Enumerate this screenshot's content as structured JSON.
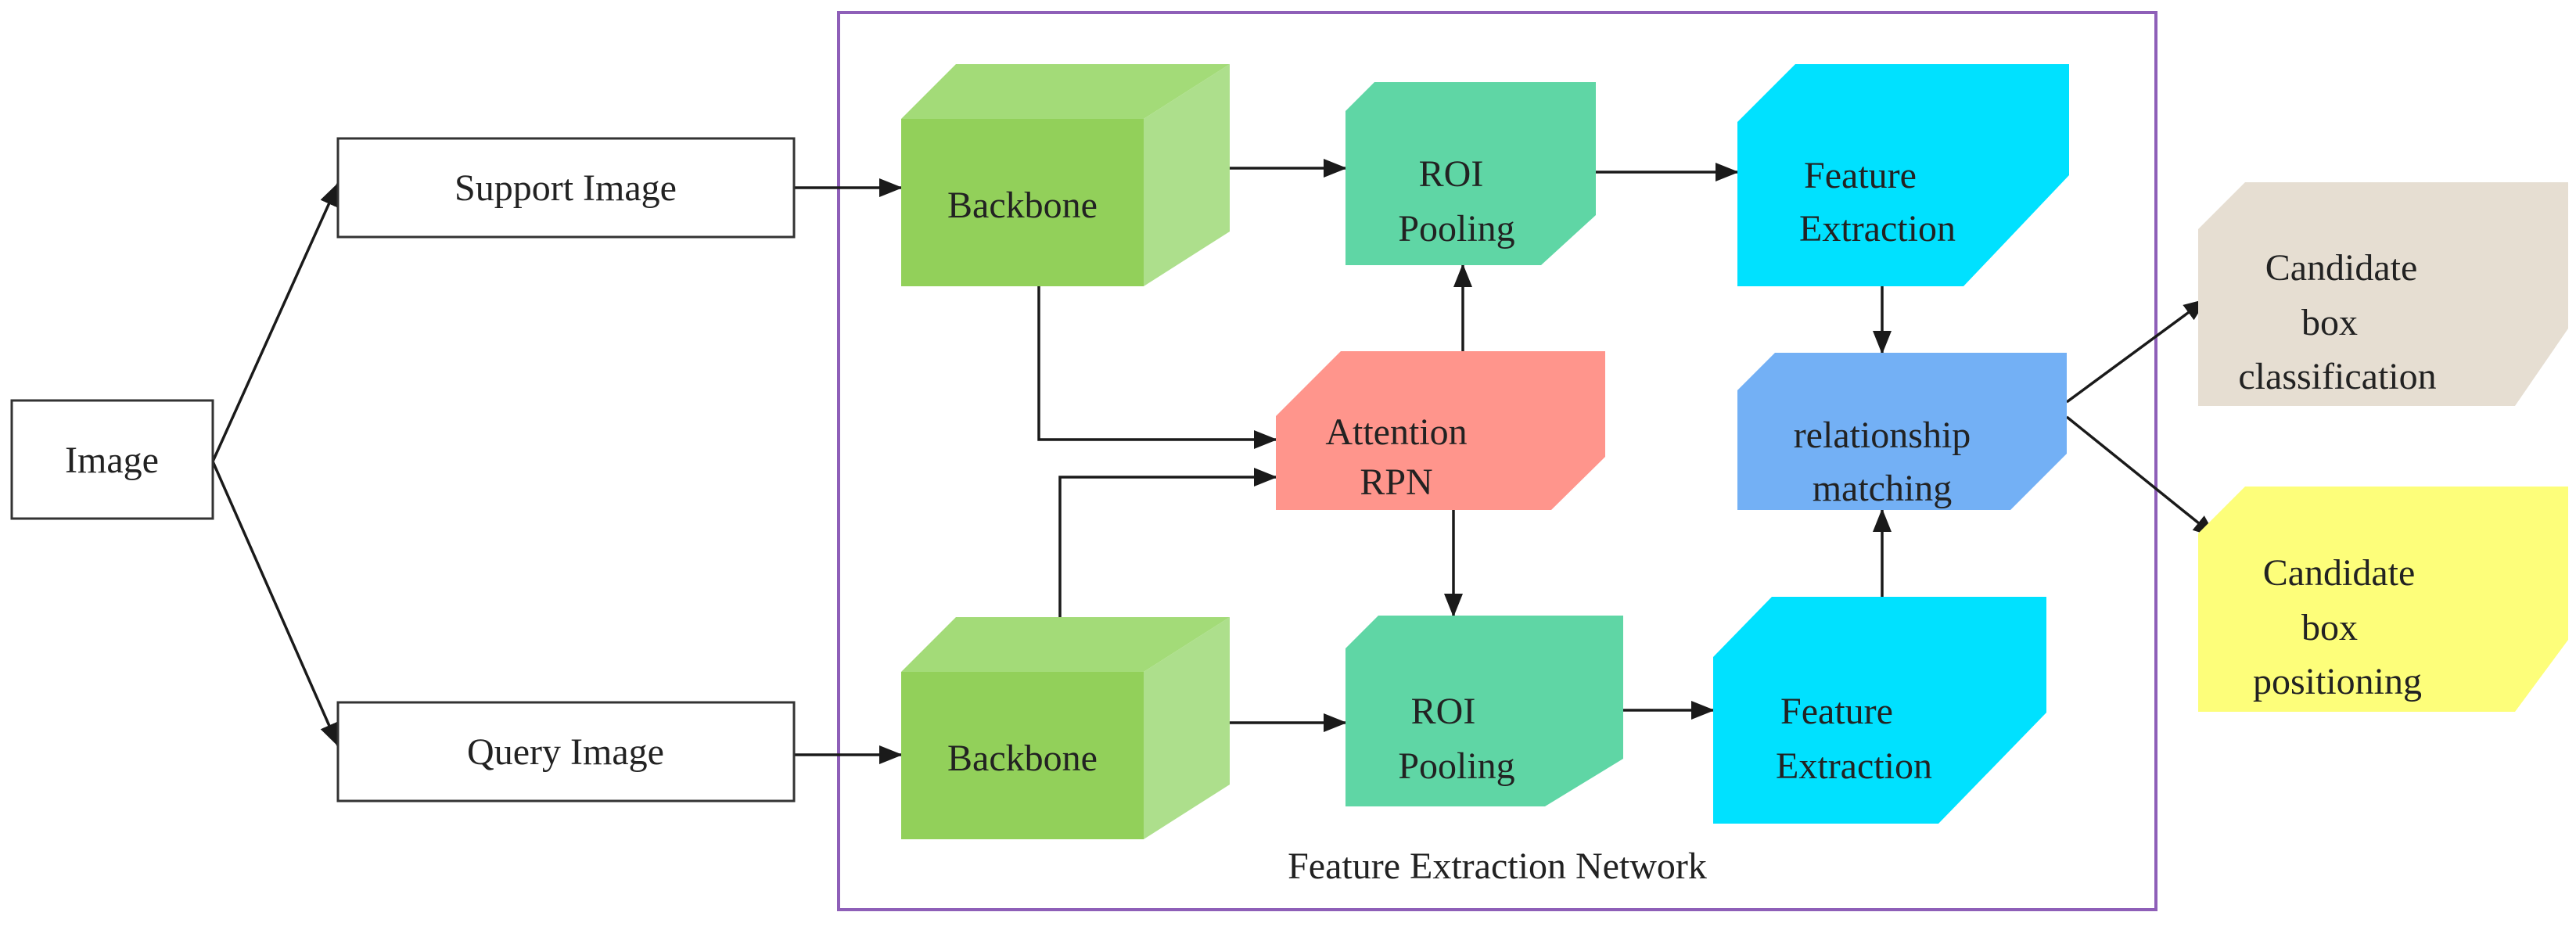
{
  "diagram": {
    "network_label": "Feature Extraction Network",
    "nodes": {
      "image": {
        "label": "Image"
      },
      "support_image": {
        "label": "Support Image"
      },
      "query_image": {
        "label": "Query Image"
      },
      "backbone_top": {
        "label": "Backbone"
      },
      "backbone_bottom": {
        "label": "Backbone"
      },
      "roi_top": {
        "lines": [
          "ROI",
          "Pooling"
        ]
      },
      "roi_bottom": {
        "lines": [
          "ROI",
          "Pooling"
        ]
      },
      "feature_top": {
        "lines": [
          "Feature",
          "Extraction"
        ]
      },
      "feature_bottom": {
        "lines": [
          "Feature",
          "Extraction"
        ]
      },
      "attention_rpn": {
        "lines": [
          "Attention",
          "RPN"
        ]
      },
      "relationship": {
        "lines": [
          "relationship",
          "matching"
        ]
      },
      "cand_class": {
        "lines": [
          "Candidate",
          "box",
          "classification"
        ]
      },
      "cand_pos": {
        "lines": [
          "Candidate",
          "box",
          "positioning"
        ]
      }
    },
    "colors": {
      "frame": "#8e5fb8",
      "backbone_front": "#92d05a",
      "backbone_side": "#addf8c",
      "backbone_top": "#a3db78",
      "roi": "#5fd6a5",
      "feature": "#00e1ff",
      "attention": "#ff958c",
      "relationship": "#73b0f5",
      "classification": "#e6ded2",
      "positioning": "#fdfe7a",
      "edge": "#1a1a1a"
    }
  }
}
